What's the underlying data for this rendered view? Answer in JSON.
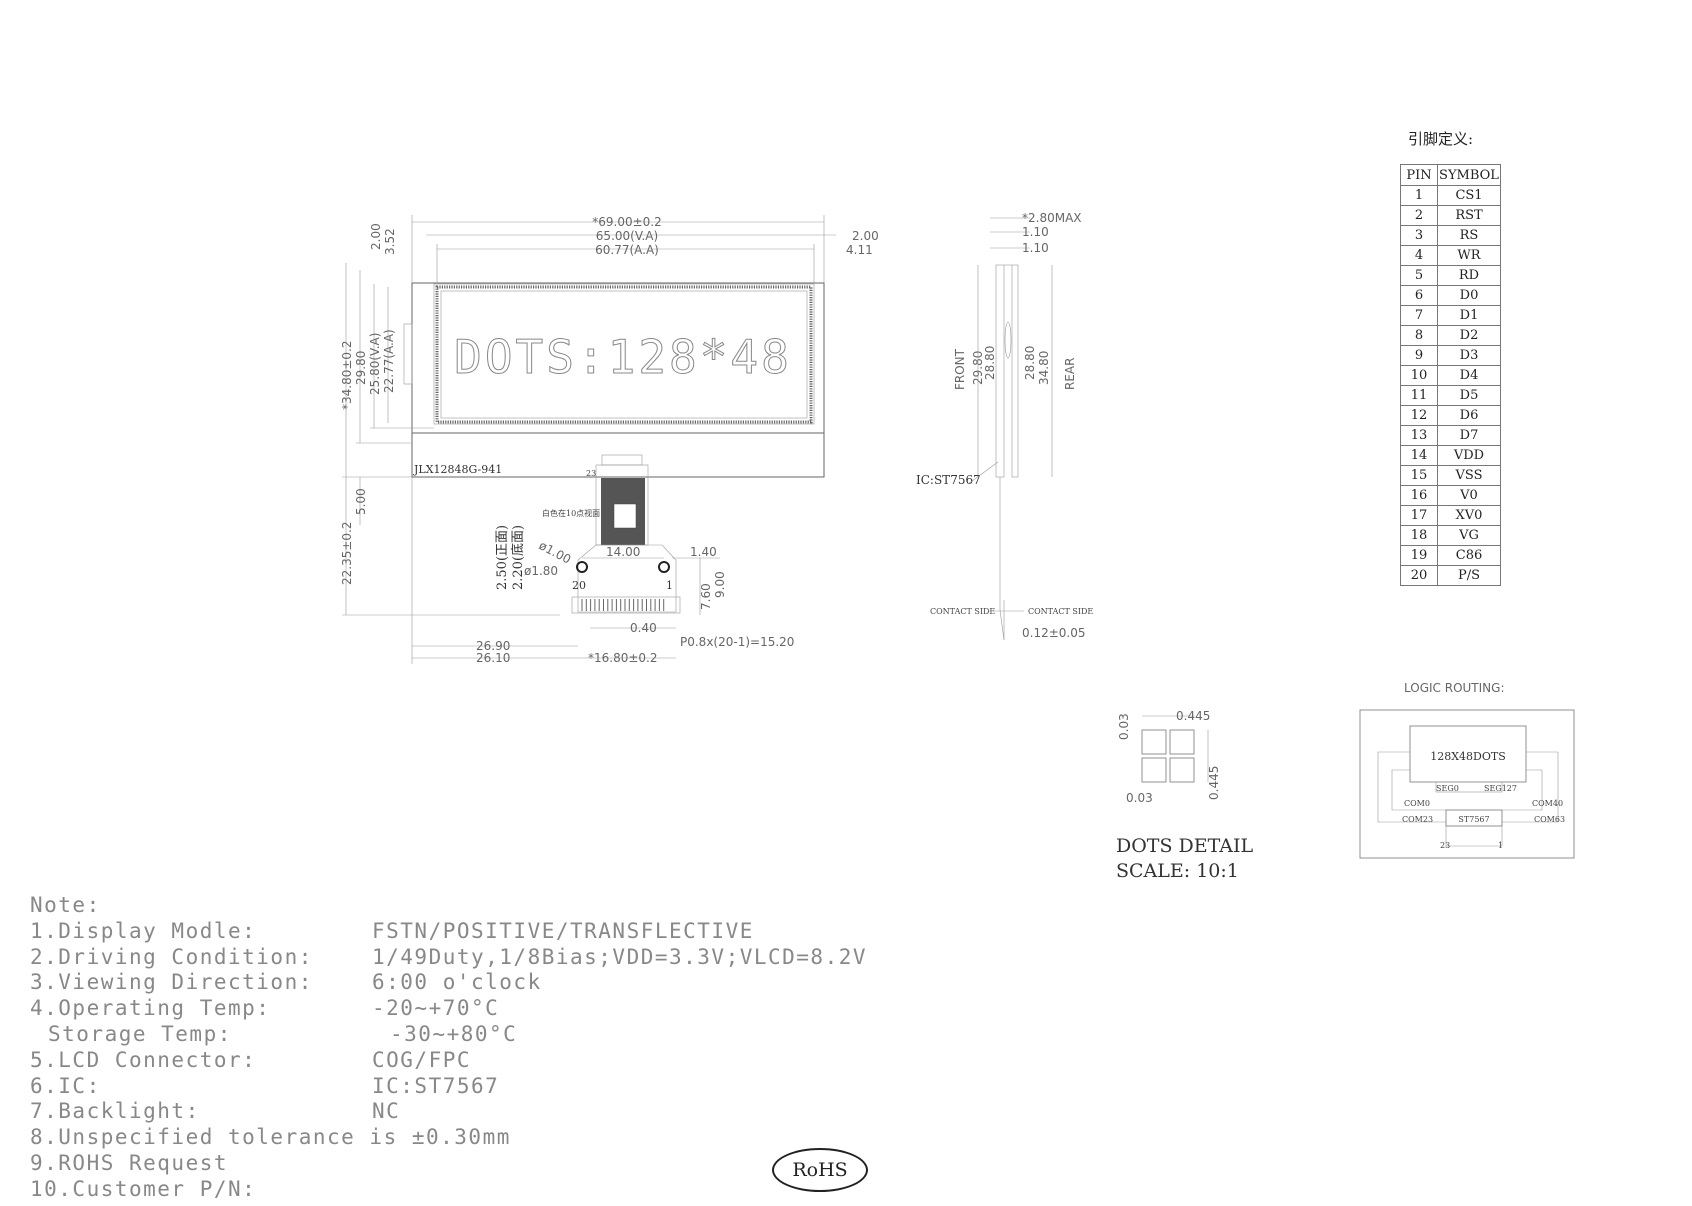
{
  "drawing": {
    "lcd_text": "DOTS:128*48",
    "model": "JLX12848G-941",
    "ic_label": "IC:ST7567",
    "tiny_note": "白色在10点视面",
    "front_back": {
      "front": "2.50(正面)",
      "back": "2.20(底面)"
    },
    "top_dims": [
      "*69.00±0.2",
      "65.00(V.A)",
      "60.77(A.A)"
    ],
    "top_right_dims": [
      "2.00",
      "4.11"
    ],
    "top_left_dims": [
      "2.00",
      "3.52"
    ],
    "left_dims": [
      "*34.80±0.2",
      "29.80",
      "25.80(V.A)",
      "22.77(A.A)"
    ],
    "lower_left_dims": [
      "22.35±0.2",
      "5.00"
    ],
    "holes": {
      "d1": "ø1.00",
      "d2": "ø1.80",
      "spacing": "14.00",
      "offset": "1.40",
      "h1": "7.60",
      "h2": "9.00"
    },
    "pins": {
      "left_num": "20",
      "right_num": "1",
      "fpc_pin": "23",
      "pitch_dim": "0.40",
      "pitch_formula": "P0.8x(20-1)=15.20"
    },
    "bottom_dims": [
      "26.90",
      "26.10",
      "*16.80±0.2"
    ],
    "side": {
      "top_dims": [
        "*2.80MAX",
        "1.10",
        "1.10"
      ],
      "front": "FRONT",
      "rear": "REAR",
      "front_dims": [
        "29.80",
        "28.80"
      ],
      "rear_dims": [
        "28.80",
        "34.80"
      ],
      "contact_left": "CONTACT SIDE",
      "contact_right": "CONTACT SIDE",
      "thickness": "0.12±0.05"
    },
    "dots_detail": {
      "top": "0.445",
      "left": "0.03",
      "bottom": "0.03",
      "right": "0.445",
      "title": "DOTS DETAIL",
      "scale": "SCALE: 10:1"
    },
    "logic": {
      "title": "LOGIC ROUTING:",
      "panel": "128X48DOTS",
      "seg0": "SEG0",
      "seg127": "SEG127",
      "com0": "COM0",
      "com40": "COM40",
      "com23": "COM23",
      "com63": "COM63",
      "ic": "ST7567",
      "p23": "23",
      "p1": "1"
    }
  },
  "pin_table": {
    "title": "引脚定义:",
    "headers": [
      "PIN",
      "SYMBOL"
    ],
    "rows": [
      [
        "1",
        "CS1"
      ],
      [
        "2",
        "RST"
      ],
      [
        "3",
        "RS"
      ],
      [
        "4",
        "WR"
      ],
      [
        "5",
        "RD"
      ],
      [
        "6",
        "D0"
      ],
      [
        "7",
        "D1"
      ],
      [
        "8",
        "D2"
      ],
      [
        "9",
        "D3"
      ],
      [
        "10",
        "D4"
      ],
      [
        "11",
        "D5"
      ],
      [
        "12",
        "D6"
      ],
      [
        "13",
        "D7"
      ],
      [
        "14",
        "VDD"
      ],
      [
        "15",
        "VSS"
      ],
      [
        "16",
        "V0"
      ],
      [
        "17",
        "XV0"
      ],
      [
        "18",
        "VG"
      ],
      [
        "19",
        "C86"
      ],
      [
        "20",
        "P/S"
      ]
    ]
  },
  "notes": {
    "heading": "Note:",
    "items": [
      {
        "k": "1.Display Modle:",
        "v": "FSTN/POSITIVE/TRANSFLECTIVE"
      },
      {
        "k": "2.Driving Condition:",
        "v": "1/49Duty,1/8Bias;VDD=3.3V;VLCD=8.2V"
      },
      {
        "k": "3.Viewing Direction:",
        "v": "6:00 o'clock"
      },
      {
        "k": "4.Operating Temp:",
        "v": "-20~+70°C"
      },
      {
        "k": "Storage Temp:",
        "v": "-30~+80°C"
      },
      {
        "k": "5.LCD Connector:",
        "v": "COG/FPC"
      },
      {
        "k": "6.IC:",
        "v": "IC:ST7567"
      },
      {
        "k": "7.Backlight:",
        "v": "NC"
      },
      {
        "k": "8.Unspecified tolerance is ±0.30mm",
        "v": ""
      },
      {
        "k": "9.ROHS Request",
        "v": ""
      },
      {
        "k": "10.Customer P/N:",
        "v": ""
      }
    ]
  },
  "rohs": "RoHS"
}
